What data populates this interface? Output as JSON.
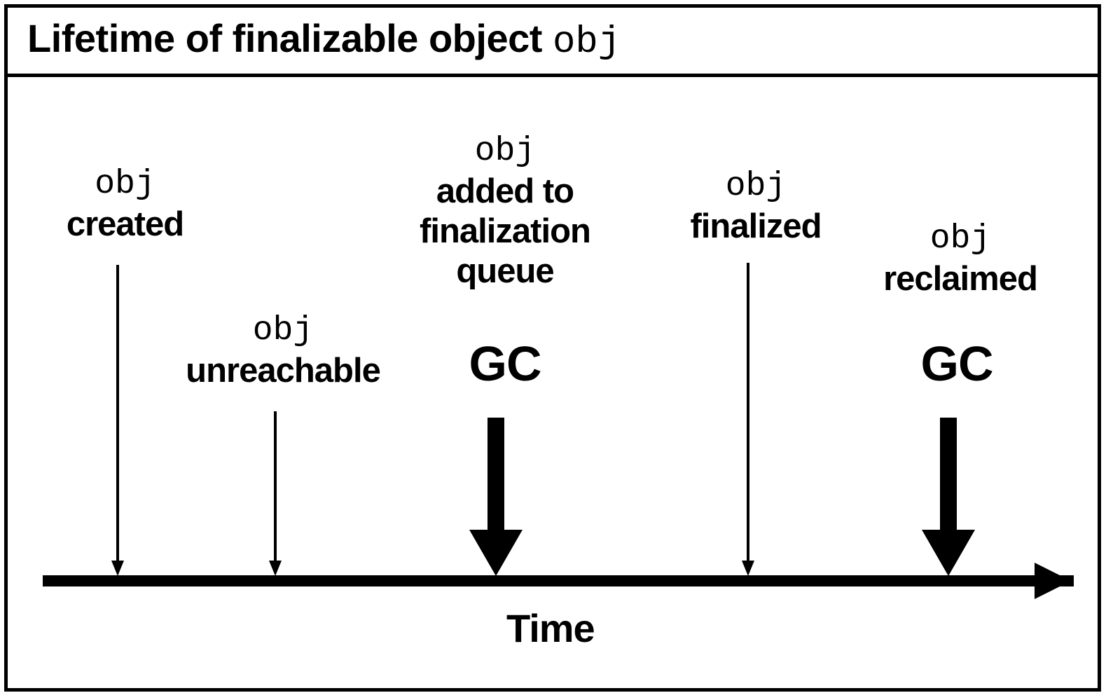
{
  "figure": {
    "title_prefix": "Lifetime of finalizable object ",
    "title_object": "obj",
    "background_color": "#ffffff",
    "ink_color": "#000000"
  },
  "timeline": {
    "axis_caption": "Time",
    "direction": "left-to-right",
    "events": [
      {
        "id": "created",
        "object_name": "obj",
        "description": "created",
        "marker": "thin-arrow",
        "gc_label": ""
      },
      {
        "id": "unreachable",
        "object_name": "obj",
        "description": "unreachable",
        "marker": "thin-arrow",
        "gc_label": ""
      },
      {
        "id": "added-to-finalization-queue",
        "object_name": "obj",
        "description_line1": "added to",
        "description_line2": "finalization",
        "description_line3": "queue",
        "marker": "thick-arrow",
        "gc_label": "GC"
      },
      {
        "id": "finalized",
        "object_name": "obj",
        "description": "finalized",
        "marker": "thin-arrow",
        "gc_label": ""
      },
      {
        "id": "reclaimed",
        "object_name": "obj",
        "description": "reclaimed",
        "marker": "thick-arrow",
        "gc_label": "GC"
      }
    ]
  }
}
